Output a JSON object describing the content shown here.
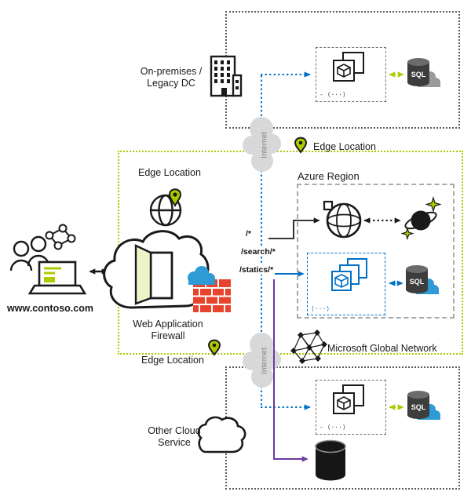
{
  "labels": {
    "contoso": "www.contoso.com",
    "onprem_line1": "On-premises /",
    "onprem_line2": "Legacy DC",
    "edge_location_main": "Edge Location",
    "waf_line1": "Web Application",
    "waf_line2": "Firewall",
    "edge_location_bottom": "Edge Location",
    "edge_location_top_right": "Edge Location",
    "azure_region": "Azure Region",
    "msft_network": "Microsoft Global Network",
    "other_cloud_line1": "Other Cloud",
    "other_cloud_line2": "Service",
    "internet_top": "Internet",
    "internet_bottom": "Internet"
  },
  "routes": {
    "route_all": "/*",
    "route_search": "/search/*",
    "route_statics": "/statics/*"
  },
  "icons": {
    "sql_top": "SQL",
    "sql_azure": "SQL",
    "sql_bottom": "SQL",
    "vm_meta_top": "- ⟨···⟩",
    "vm_meta_azure": "⟨···⟩",
    "vm_meta_bottom": "- ⟨···⟩"
  },
  "colors": {
    "green": "#b0ca00",
    "blue": "#0071c5",
    "purple": "#6b3aa0",
    "brick_red": "#e8432d",
    "cloud_blue": "#2e9bd6",
    "boundary_gray": "#5b5b5b",
    "region_gray": "#a9a9a9"
  }
}
